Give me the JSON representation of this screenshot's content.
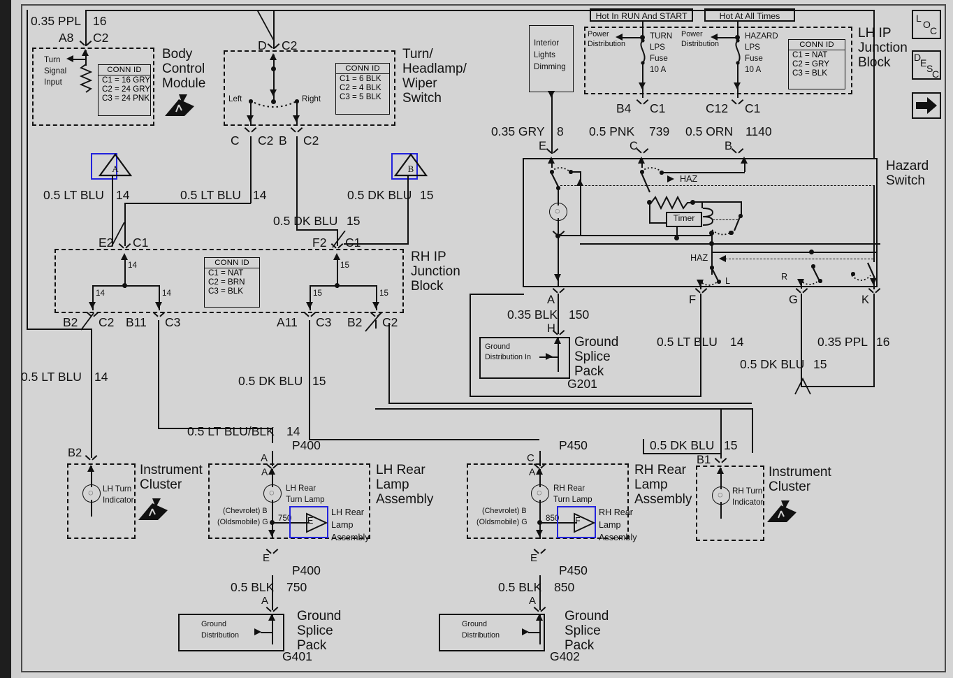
{
  "diagram": {
    "title": "Turn Signal / Hazard Lamps Wiring Diagram",
    "background_color": "#d4d4d4",
    "highlight_color": "#2222dd"
  },
  "nav_buttons": [
    {
      "id": "loc",
      "label": "LOC",
      "letters": [
        "L",
        "O",
        "C"
      ]
    },
    {
      "id": "desc",
      "label": "DESC",
      "letters": [
        "D",
        "E",
        "S",
        "C"
      ]
    },
    {
      "id": "next",
      "label": "next-arrow",
      "icon": "arrow-right-icon"
    }
  ],
  "modules": {
    "body_control_module": {
      "title": "Body Control Module",
      "pin_label": "Turn Signal Input",
      "pin_lines": [
        "Turn",
        "Signal",
        "Input"
      ],
      "conn_id": {
        "header": "CONN ID",
        "rows": [
          "C1 = 16 GRY",
          "C2 = 24 GRY",
          "C3 = 24 PNK"
        ]
      },
      "esd_icon": "esd-sensitive-icon"
    },
    "turn_headlamp_wiper_switch": {
      "title": "Turn/ Headlamp/ Wiper Switch",
      "title_lines": [
        "Turn/",
        "Headlamp/",
        "Wiper",
        "Switch"
      ],
      "left_label": "Left",
      "right_label": "Right",
      "conn_id": {
        "header": "CONN ID",
        "rows": [
          "C1 = 6 BLK",
          "C2 = 4 BLK",
          "C3 = 5 BLK"
        ]
      }
    },
    "rh_ip_junction_block": {
      "title": "RH IP Junction Block",
      "title_lines": [
        "RH IP",
        "Junction",
        "Block"
      ],
      "conn_id": {
        "header": "CONN ID",
        "rows": [
          "C1 =  NAT",
          "C2 =  BRN",
          "C3 =  BLK"
        ]
      },
      "internal_circuit_numbers": [
        "14",
        "14",
        "14",
        "15",
        "15",
        "15"
      ]
    },
    "lh_ip_junction_block": {
      "title": "LH IP Junction Block",
      "title_lines": [
        "LH IP",
        "Junction",
        "Block"
      ],
      "conn_id": {
        "header": "CONN ID",
        "rows": [
          "C1 =  NAT",
          "C2 =  GRY",
          "C3 =  BLK"
        ]
      },
      "hot_labels": [
        "Hot In RUN And START",
        "Hot At All Times"
      ],
      "fuses": [
        {
          "name_lines": [
            "TURN",
            "LPS",
            "Fuse",
            "10 A"
          ],
          "feed": "Power Distribution",
          "feed_lines": [
            "Power",
            "Distribution"
          ]
        },
        {
          "name_lines": [
            "HAZARD",
            "LPS",
            "Fuse",
            "10 A"
          ],
          "feed": "Power Distribution",
          "feed_lines": [
            "Power",
            "Distribution"
          ]
        }
      ]
    },
    "interior_lights_dimming": {
      "title_lines": [
        "Interior",
        "Lights",
        "Dimming"
      ]
    },
    "hazard_switch": {
      "title_lines": [
        "Hazard",
        "Switch"
      ],
      "timer_label": "Timer",
      "haz_labels": [
        "HAZ",
        "HAZ"
      ],
      "position_labels": [
        "L",
        "R"
      ]
    },
    "instrument_cluster_lh": {
      "title_lines": [
        "Instrument",
        "Cluster"
      ],
      "indicator_lines": [
        "LH Turn",
        "Indicator"
      ],
      "esd_icon": "esd-sensitive-icon"
    },
    "instrument_cluster_rh": {
      "title_lines": [
        "Instrument",
        "Cluster"
      ],
      "indicator_lines": [
        "RH Turn",
        "Indicator"
      ],
      "esd_icon": "esd-sensitive-icon"
    },
    "lh_rear_lamp_assembly": {
      "title_lines": [
        "LH Rear",
        "Lamp",
        "Assembly"
      ],
      "lamp_lines": [
        "LH Rear",
        "Turn Lamp"
      ],
      "brand_rows": [
        "(Chevrolet) B",
        "(Oldsmobile) G"
      ],
      "internal_circuit": "750",
      "out_marker": "E",
      "out_lines": [
        "LH Rear",
        "Lamp",
        "Assembly"
      ]
    },
    "rh_rear_lamp_assembly": {
      "title_lines": [
        "RH Rear",
        "Lamp",
        "Assembly"
      ],
      "lamp_lines": [
        "RH Rear",
        "Turn Lamp"
      ],
      "brand_rows": [
        "(Chevrolet) B",
        "(Oldsmobile) G"
      ],
      "internal_circuit": "850",
      "out_marker": "F",
      "out_lines": [
        "RH Rear",
        "Lamp",
        "Assembly"
      ]
    },
    "ground_splice_pack_g201": {
      "inner_lines": [
        "Ground",
        "Distribution In"
      ],
      "title_lines": [
        "Ground",
        "Splice",
        "Pack"
      ],
      "ground_id": "G201"
    },
    "ground_splice_pack_g401": {
      "inner_lines": [
        "Ground",
        "Distribution"
      ],
      "title_lines": [
        "Ground",
        "Splice",
        "Pack"
      ],
      "ground_id": "G401"
    },
    "ground_splice_pack_g402": {
      "inner_lines": [
        "Ground",
        "Distribution"
      ],
      "title_lines": [
        "Ground",
        "Splice",
        "Pack"
      ],
      "ground_id": "G402"
    }
  },
  "reference_markers": [
    {
      "id": "ref-a-top",
      "letter": "A",
      "highlighted": true
    },
    {
      "id": "ref-b-top",
      "letter": "B",
      "highlighted": true
    },
    {
      "id": "ref-e-lh-lamp",
      "letter": "E",
      "highlighted": true
    },
    {
      "id": "ref-f-rh-lamp",
      "letter": "F",
      "highlighted": true
    }
  ],
  "wires": [
    {
      "id": "w-ppl-16-top",
      "gauge": "0.35 PPL",
      "circuit": "16"
    },
    {
      "id": "w-ltblu-14-a",
      "gauge": "0.5 LT BLU",
      "circuit": "14"
    },
    {
      "id": "w-ltblu-14-b",
      "gauge": "0.5 LT BLU",
      "circuit": "14"
    },
    {
      "id": "w-dkblu-15-a",
      "gauge": "0.5 DK BLU",
      "circuit": "15"
    },
    {
      "id": "w-dkblu-15-b",
      "gauge": "0.5 DK BLU",
      "circuit": "15"
    },
    {
      "id": "w-ltblu-14-c",
      "gauge": "0.5 LT BLU",
      "circuit": "14"
    },
    {
      "id": "w-dkblu-15-c",
      "gauge": "0.5 DK BLU",
      "circuit": "15"
    },
    {
      "id": "w-ltblublk-14",
      "gauge": "0.5 LT BLU/BLK",
      "circuit": "14"
    },
    {
      "id": "w-dkblu-15-d",
      "gauge": "0.5 DK BLU",
      "circuit": "15"
    },
    {
      "id": "w-blk-750",
      "gauge": "0.5 BLK",
      "circuit": "750"
    },
    {
      "id": "w-blk-850",
      "gauge": "0.5 BLK",
      "circuit": "850"
    },
    {
      "id": "w-gry-8",
      "gauge": "0.35 GRY",
      "circuit": "8"
    },
    {
      "id": "w-pnk-739",
      "gauge": "0.5 PNK",
      "circuit": "739"
    },
    {
      "id": "w-orn-1140",
      "gauge": "0.5 ORN",
      "circuit": "1140"
    },
    {
      "id": "w-blk-150",
      "gauge": "0.35 BLK",
      "circuit": "150"
    },
    {
      "id": "w-ltblu-14-d",
      "gauge": "0.5 LT BLU",
      "circuit": "14"
    },
    {
      "id": "w-dkblu-15-e",
      "gauge": "0.5 DK BLU",
      "circuit": "15"
    },
    {
      "id": "w-ppl-16-right",
      "gauge": "0.35 PPL",
      "circuit": "16"
    }
  ],
  "terminals": {
    "bcm_top": {
      "pin": "A8",
      "conn": "C2"
    },
    "switch_top": {
      "pin": "D",
      "conn": "C2"
    },
    "switch_out_left": {
      "pin": "C",
      "conn": "C2"
    },
    "switch_out_right": {
      "pin": "B",
      "conn": "C2"
    },
    "rh_jb_in_left": {
      "pin": "E2",
      "conn": "C1"
    },
    "rh_jb_in_right": {
      "pin": "F2",
      "conn": "C1"
    },
    "rh_jb_out_1": {
      "pin": "B2",
      "conn": "C2"
    },
    "rh_jb_out_2": {
      "pin": "B11",
      "conn": "C3"
    },
    "rh_jb_out_3": {
      "pin": "A11",
      "conn": "C3"
    },
    "rh_jb_out_4": {
      "pin": "B2",
      "conn": "C2"
    },
    "lh_jb_turn_fuse": {
      "pin": "B4",
      "conn": "C1"
    },
    "lh_jb_hazard_fuse": {
      "pin": "C12",
      "conn": "C1"
    },
    "hazard_in_e": {
      "pin": "E"
    },
    "hazard_in_c": {
      "pin": "C"
    },
    "hazard_in_b": {
      "pin": "B"
    },
    "hazard_out_a": {
      "pin": "A"
    },
    "hazard_out_f": {
      "pin": "F"
    },
    "hazard_out_g": {
      "pin": "G"
    },
    "hazard_out_k": {
      "pin": "K"
    },
    "gnd201_h": {
      "pin": "H"
    },
    "lh_cluster_b2": {
      "pin": "B2"
    },
    "rh_cluster_b1": {
      "pin": "B1"
    },
    "lh_lamp_a_out": {
      "pin": "A"
    },
    "lh_lamp_a_in": {
      "pin": "A"
    },
    "lh_lamp_e_out": {
      "pin": "E"
    },
    "lh_gnd_a": {
      "pin": "A"
    },
    "rh_lamp_c_out": {
      "pin": "C"
    },
    "rh_lamp_a_in": {
      "pin": "A"
    },
    "rh_lamp_e_out": {
      "pin": "E"
    },
    "rh_gnd_a": {
      "pin": "A"
    }
  },
  "splices": [
    {
      "id": "p400-top",
      "label": "P400"
    },
    {
      "id": "p450-top",
      "label": "P450"
    },
    {
      "id": "p400-bot",
      "label": "P400"
    },
    {
      "id": "p450-bot",
      "label": "P450"
    }
  ]
}
